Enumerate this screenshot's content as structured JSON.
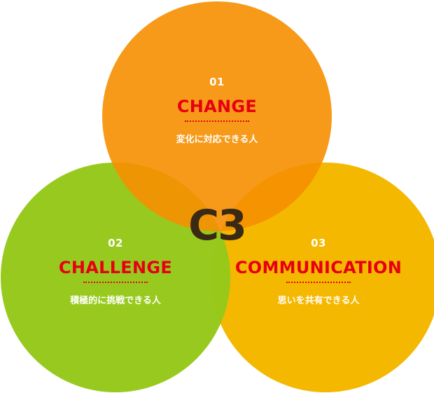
{
  "center": "C3",
  "circles": [
    {
      "number": "01",
      "title": "CHANGE",
      "description": "変化に対応できる人",
      "color": "#f68f00"
    },
    {
      "number": "02",
      "title": "CHALLENGE",
      "description": "積極的に挑戦できる人",
      "color": "#96c81a"
    },
    {
      "number": "03",
      "title": "COMMUNICATION",
      "description": "思いを共有できる人",
      "color": "#f5b800"
    }
  ],
  "colors": {
    "title": "#e60012",
    "text": "#ffffff",
    "center": "#3a2a14"
  }
}
